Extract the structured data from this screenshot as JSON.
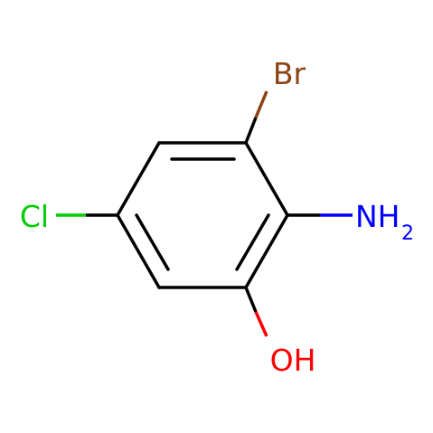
{
  "molecule": {
    "atoms": {
      "br": {
        "label": "Br",
        "color": "#8B4513"
      },
      "cl": {
        "label": "Cl",
        "color": "#00CC00"
      },
      "nh2": {
        "label": "NH",
        "subscript": "2",
        "color": "#0000FF"
      },
      "oh": {
        "label": "OH",
        "color": "#FF0000"
      }
    },
    "bond_color": "#000000"
  }
}
